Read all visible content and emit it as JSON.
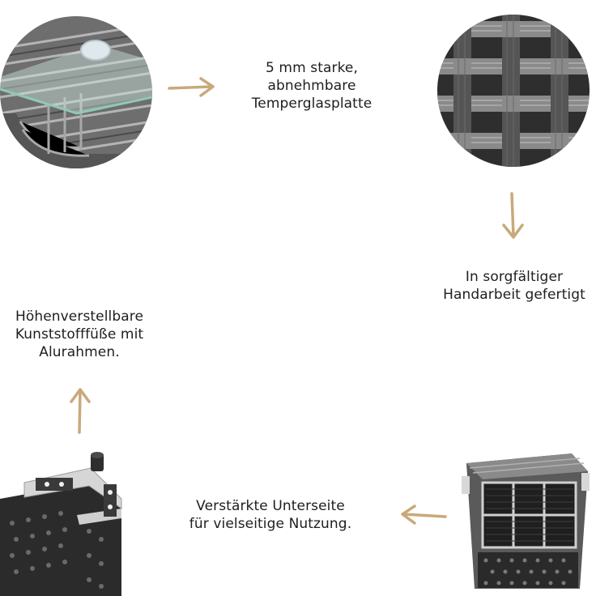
{
  "captions": {
    "glass": "5 mm starke,\nabnehmbare\nTemperglasplatte",
    "handmade": "In sorgfältiger\nHandarbeit gefertigt",
    "feet": "Höhenverstellbare\nKunststofffüße mit\nAlurahmen.",
    "underside": "Verstärkte Unterseite\nfür vielseitige Nutzung."
  },
  "colors": {
    "arrow": "#c9a97a",
    "rattan_dark": "#3a3a3a",
    "rattan_light": "#9a9a9a",
    "glass_edge": "#8fc9b8"
  }
}
